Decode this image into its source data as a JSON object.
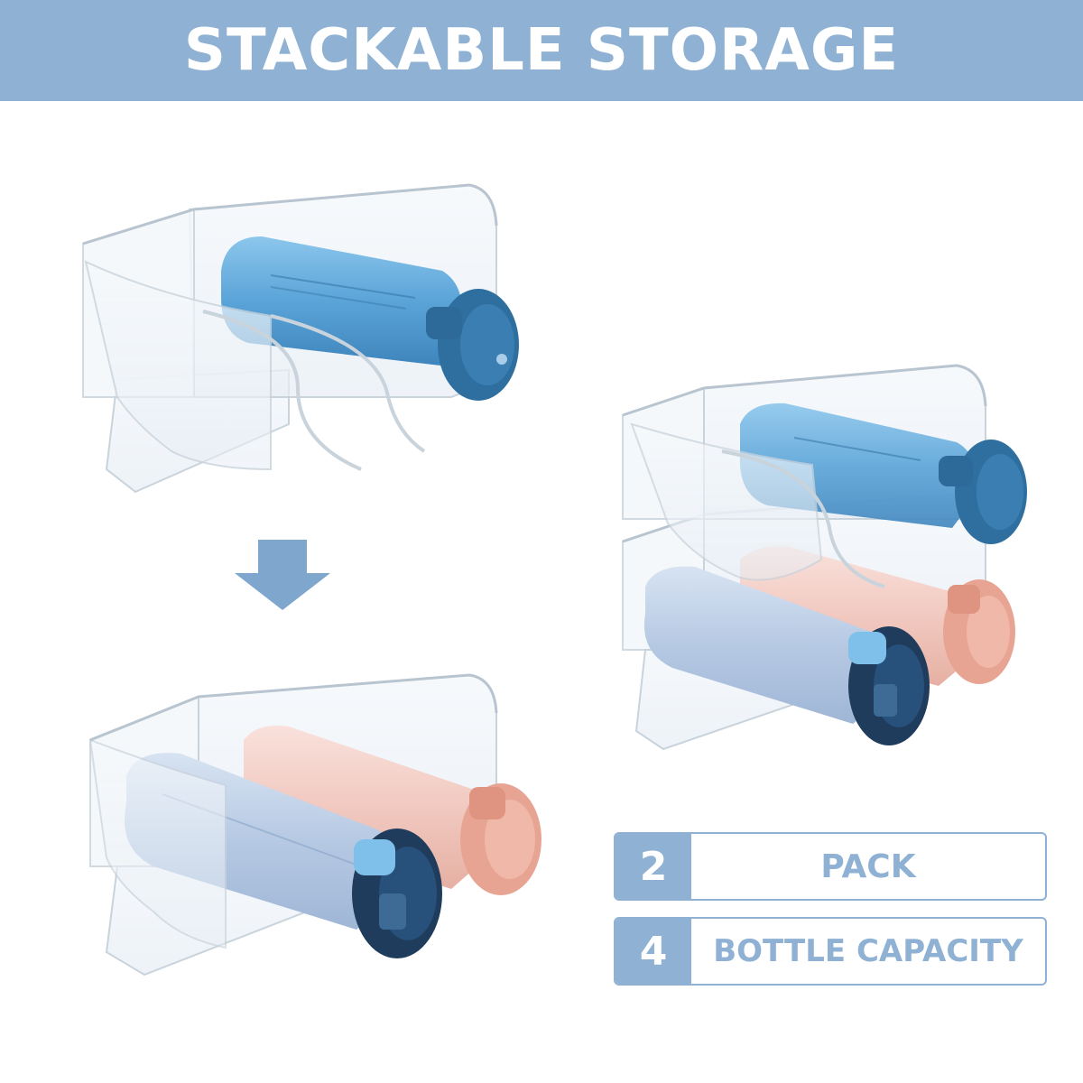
{
  "header": {
    "title": "STACKABLE STORAGE"
  },
  "badges": [
    {
      "number": "2",
      "label": "PACK"
    },
    {
      "number": "4",
      "label": "BOTTLE CAPACITY"
    }
  ],
  "colors": {
    "brand_blue": "#8fb1d3",
    "bottle_blue": "#5a9ccf",
    "bottle_blue_cap": "#2f6f9f",
    "bottle_navy_cap": "#1f3c5c",
    "bottle_pink": "#f1c6bd",
    "bottle_pink_cap": "#e8a493",
    "rack_edge": "#c9d3dc",
    "background": "#ffffff"
  },
  "icons": {
    "arrow": "arrow-down-icon"
  }
}
